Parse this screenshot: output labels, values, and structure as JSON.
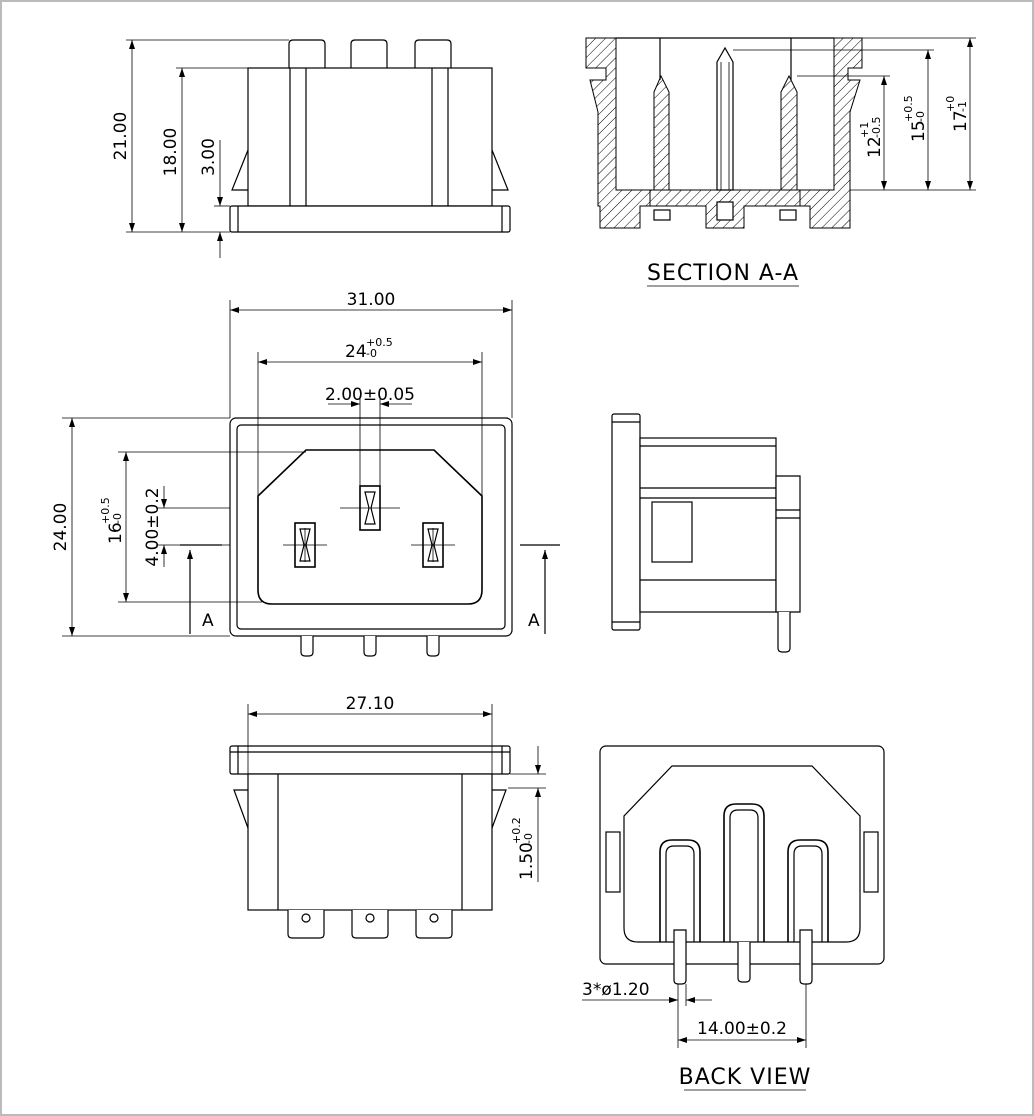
{
  "drawing": {
    "border_color": "#bbbbbb",
    "line_color": "#000000"
  },
  "side_view": {
    "dim_total_height": "21.00",
    "dim_body_height": "18.00",
    "dim_flange": "3.00"
  },
  "section_view": {
    "title": "SECTION A-A",
    "dim_12": {
      "base": "12",
      "upper": "+1",
      "lower": "-0.5"
    },
    "dim_15": {
      "base": "15",
      "upper": "+0.5",
      "lower": "-0"
    },
    "dim_17": {
      "base": "17",
      "upper": "+0",
      "lower": "-1"
    }
  },
  "front_view": {
    "dim_width": "31.00",
    "dim_inner": {
      "base": "24",
      "upper": "+0.5",
      "lower": "-0"
    },
    "dim_pin": "2.00±0.05",
    "dim_height": "24.00",
    "dim_16": {
      "base": "16",
      "upper": "+0.5",
      "lower": "-0"
    },
    "dim_offset": "4.00±0.2",
    "section_mark_left": "A",
    "section_mark_right": "A"
  },
  "bottom_view": {
    "dim_width": "27.10",
    "dim_step": {
      "base": "1.50",
      "upper": "+0.2",
      "lower": "-0"
    }
  },
  "back_view": {
    "title": "BACK VIEW",
    "dim_pin_dia": "3*ø1.20",
    "dim_pitch": "14.00±0.2"
  }
}
